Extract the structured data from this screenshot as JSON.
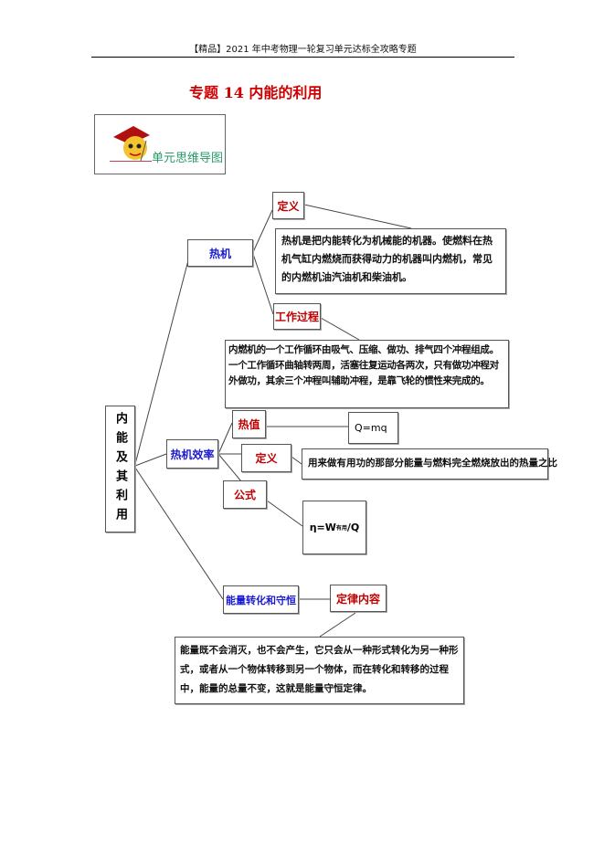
{
  "header": {
    "text": "【精品】2021 年中考物理一轮复习单元达标全攻略专题"
  },
  "title": "专题 14  内能的利用",
  "banner": {
    "label": "单元思维导图",
    "icon": "graduate-cartoon-icon"
  },
  "mindmap": {
    "root": "内能及其利用",
    "heat_engine": {
      "label": "热机",
      "definition_label": "定义",
      "definition_text": "热机是把内能转化为机械能的机器。使燃料在热机气缸内燃烧而获得动力的机器叫内燃机，常见的内燃机油汽油机和柴油机。",
      "process_label": "工作过程",
      "process_text": "内燃机的一个工作循环由吸气、压缩、做功、排气四个冲程组成。一个工作循环曲轴转两周，活塞往复运动各两次，只有做功冲程对外做功，其余三个冲程叫辅助冲程，是靠飞轮的惯性来完成的。"
    },
    "efficiency": {
      "label": "热机效率",
      "heat_value_label": "热值",
      "heat_value_formula": "Q=mq",
      "definition_label": "定义",
      "definition_text": "用来做有用功的那部分能量与燃料完全燃烧放出的热量之比",
      "formula_label": "公式",
      "formula_main": "η=W",
      "formula_sub": "有用",
      "formula_tail": "/Q"
    },
    "conservation": {
      "label": "能量转化和守恒",
      "law_label": "定律内容",
      "law_text": "能量既不会消灭，也不会产生，它只会从一种形式转化为另一种形式，或者从一个物体转移到另一个物体，而在转化和转移的过程中，能量的总量不变，这就是能量守恒定律。"
    }
  }
}
